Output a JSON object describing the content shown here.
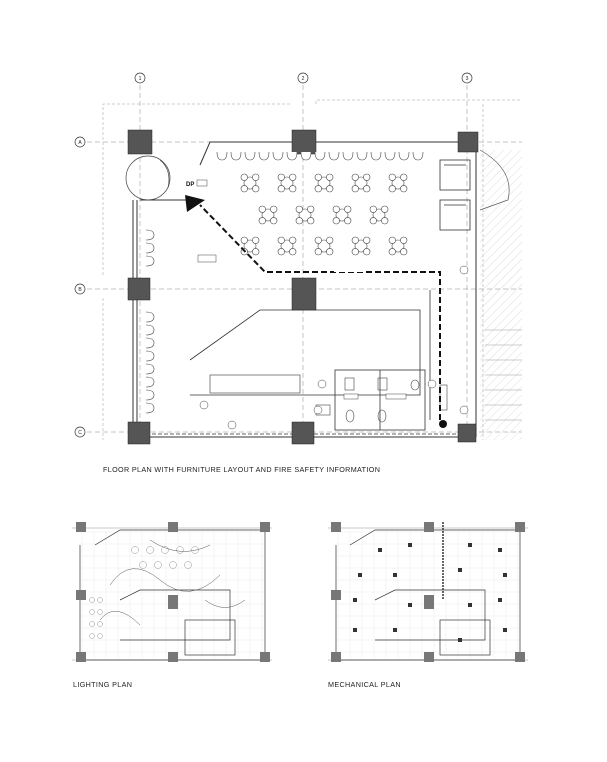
{
  "captions": {
    "main": "FLOOR PLAN WITH FURNITURE LAYOUT AND FIRE SAFETY INFORMATION",
    "lighting": "LIGHTING PLAN",
    "mechanical": "MECHANICAL PLAN"
  },
  "grid": {
    "columns": [
      "1",
      "2",
      "3"
    ],
    "rows": [
      "A",
      "B",
      "C"
    ]
  },
  "callouts": {
    "entry_code": "DP"
  }
}
